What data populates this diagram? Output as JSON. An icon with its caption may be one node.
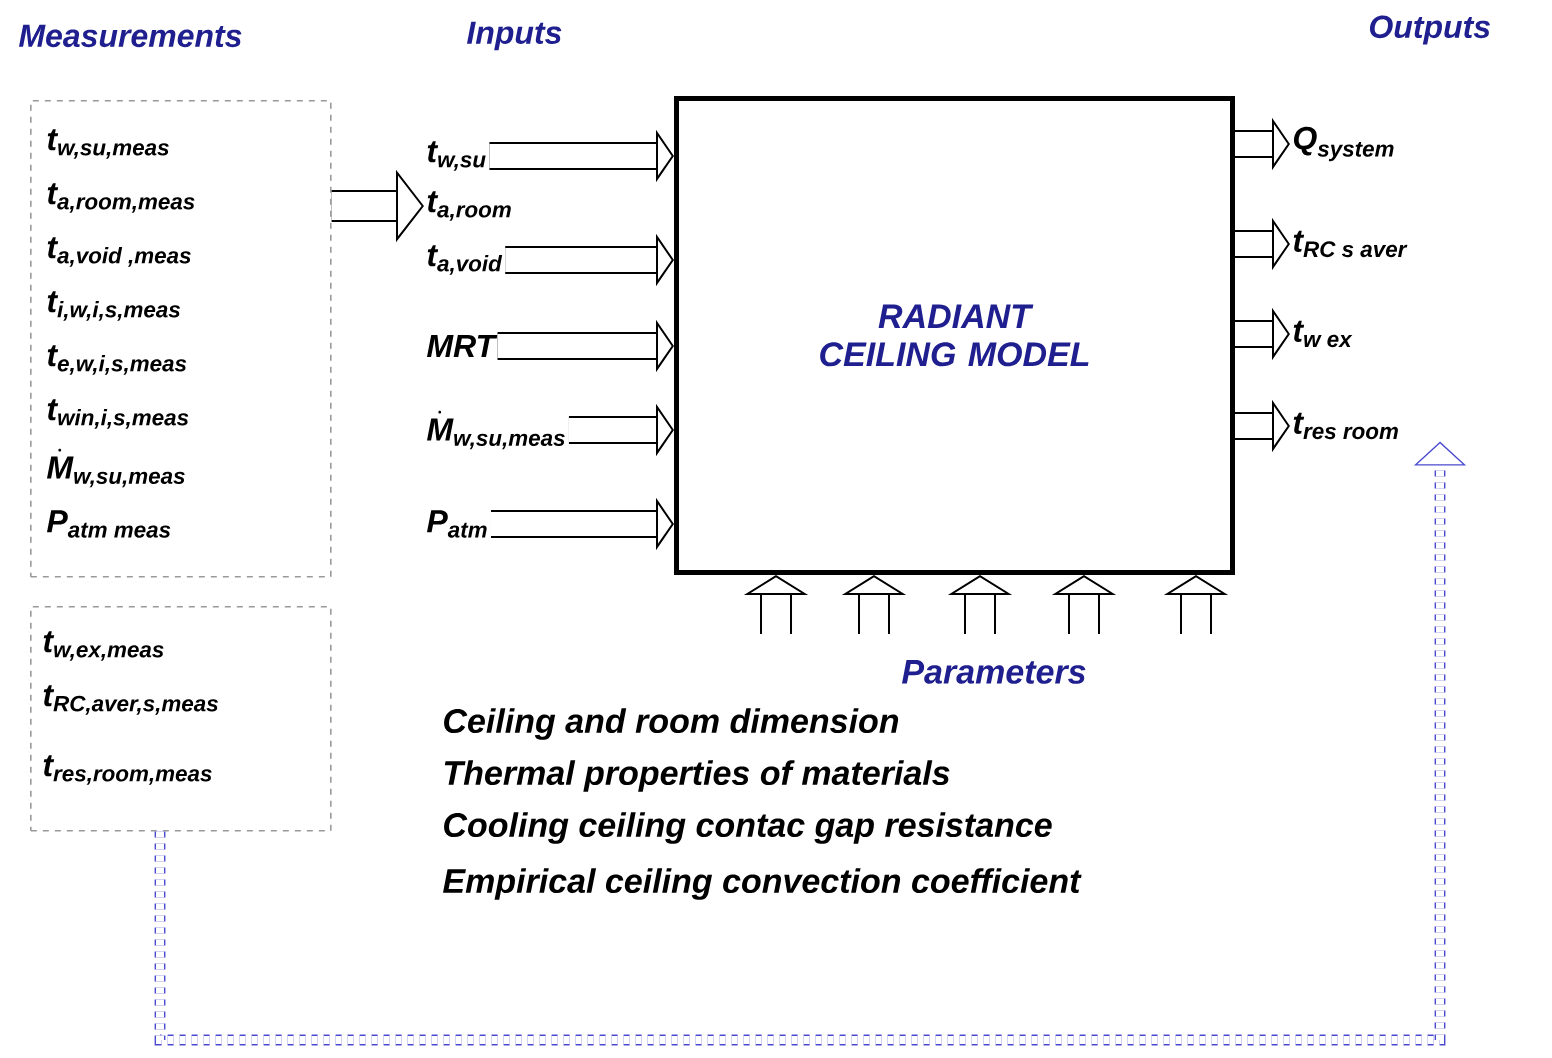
{
  "diagram": {
    "nodes": [
      {
        "text": [
          "Measurements",
          "\\text{t}_{\\text{w,su,meas}}",
          "\\text{t}_{\\text{a,room,meas}}",
          "\\text{t}_{\\text{a,void ,meas}}",
          "\\text{t}_{\\text{i,w,i,s,meas}}",
          "\\text{t}_{\\text{e,w,i,s,meas}}",
          "\\text{t}_{\\text{win,i,s,meas}}",
          "\\dot{\\text{M}}_{\\text{w,su,meas}}",
          "\\text{P}_{\\text{atm meas}}"
        ]
      },
      {
        "text": [
          "\\text{t}_{\\text{w,ex,meas}}",
          "\\text{t}_{\\text{RC,aver,s,meas}}",
          "\\text{t}_{\\text{res,room,meas}}"
        ]
      },
      {
        "text": [
          "RADIANT CEILING MODEL"
        ]
      },
      {
        "text": [
          "\\text{t}_{\\text{w,su}}"
        ]
      },
      {
        "text": [
          "\\text{t}_{\\text{a,room}}"
        ]
      },
      {
        "text": [
          "\\text{t}_{\\text{a,void}}"
        ]
      },
      {
        "text": [
          "\\text{MRT}"
        ]
      },
      {
        "text": [
          "\\dot{\\text{M}}_{\\text{w,su,meas}}"
        ]
      },
      {
        "text": [
          "\\text{P}_{\\text{atm}}"
        ]
      },
      {
        "text": [
          "\\text{Q}_{\\text{system}}"
        ]
      },
      {
        "text": [
          "\\text{t}_{\\text{RC s aver}}"
        ]
      },
      {
        "text": [
          "\\text{t}_{\\text{w ex}}"
        ]
      },
      {
        "text": [
          "\\text{t}_{\\text{res room}}"
        ]
      }
    ],
    "edges": [
      {
        "from": 0,
        "to": 4,
        "arrow": "to"
      },
      {
        "from": 3,
        "to": 2,
        "arrow": "to"
      },
      {
        "from": 5,
        "to": 2,
        "arrow": "to"
      },
      {
        "from": 6,
        "to": 2,
        "arrow": "to"
      },
      {
        "from": 7,
        "to": 2,
        "arrow": "to"
      },
      {
        "from": 8,
        "to": 2,
        "arrow": "to"
      },
      {
        "from": 2,
        "to": 9,
        "arrow": "to"
      },
      {
        "from": 2,
        "to": 10,
        "arrow": "to"
      },
      {
        "from": 2,
        "to": 11,
        "arrow": "to"
      },
      {
        "from": 2,
        "to": 12,
        "arrow": "to"
      },
      {
        "from": null,
        "to": 2,
        "arrow": "to"
      },
      {
        "from": null,
        "to": 2,
        "arrow": "to"
      },
      {
        "from": null,
        "to": 2,
        "arrow": "to"
      },
      {
        "from": null,
        "to": 2,
        "arrow": "to"
      },
      {
        "from": null,
        "to": 2,
        "arrow": "to"
      },
      {
        "from": 1,
        "to": 12,
        "arrow": "to",
        "style": "dashed",
        "color": "#4a4ad0"
      }
    ],
    "labels": [
      "Inputs",
      "Outputs",
      "Parameters",
      "Ceiling and room dimension",
      "Thermal properties of materials",
      "Cooling ceiling contac gap resistance",
      "Empirical ceiling convection coefficient"
    ]
  }
}
